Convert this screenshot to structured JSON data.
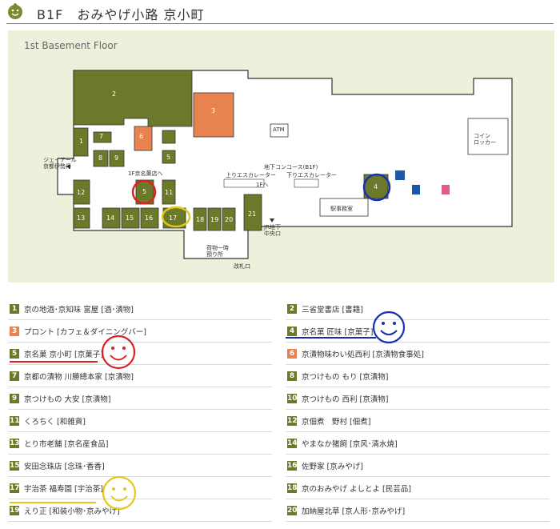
{
  "header": {
    "title": "B1F　おみやげ小路 京小町",
    "logo_color": "#7a8a2e"
  },
  "map": {
    "caption": "1st Basement Floor",
    "labels": {
      "jr_isetan": "ジェイアール\n京都伊勢丹",
      "concourse": "地下コンコース(B1F)",
      "up_escalator": "上りエスカレーター",
      "down_escalator": "下りエスカレーター",
      "to_1f": "1Fへ",
      "to_1f_meika": "1F京名菓店へ",
      "atm": "ATM",
      "coin_locker": "コイン\nロッカー",
      "station_office": "駅事務室",
      "jr_exit": "JR地下\n中央口",
      "luggage": "荷物一時\n預り所",
      "ticket_gate": "改札口"
    },
    "colors": {
      "shop": "#6b7a2a",
      "cafe": "#e8824e",
      "floor": "#ffffff",
      "background": "#eef0dc",
      "outline": "#333333"
    }
  },
  "legend": [
    {
      "left": {
        "num": "1",
        "text": "京の地酒･京知味 富屋 [酒･漬物]",
        "color": "#6b7a2a"
      },
      "right": {
        "num": "2",
        "text": "三省堂書店 [書籍]",
        "color": "#6b7a2a"
      }
    },
    {
      "left": {
        "num": "3",
        "text": "プロント [カフェ＆ダイニングバー]",
        "color": "#e8824e"
      },
      "right": {
        "num": "4",
        "text": "京名菓 匠味 [京菓子]",
        "color": "#6b7a2a"
      }
    },
    {
      "left": {
        "num": "5",
        "text": "京名菓 京小町 [京菓子]",
        "color": "#6b7a2a"
      },
      "right": {
        "num": "6",
        "text": "京漬物味わい処西利 [京漬物食事処]",
        "color": "#e8824e"
      }
    },
    {
      "left": {
        "num": "7",
        "text": "京都の漬物 川勝總本家 [京漬物]",
        "color": "#6b7a2a"
      },
      "right": {
        "num": "8",
        "text": "京つけもの もり [京漬物]",
        "color": "#6b7a2a"
      }
    },
    {
      "left": {
        "num": "9",
        "text": "京つけもの 大安 [京漬物]",
        "color": "#6b7a2a"
      },
      "right": {
        "num": "10",
        "text": "京つけもの 西利 [京漬物]",
        "color": "#6b7a2a"
      }
    },
    {
      "left": {
        "num": "11",
        "text": "くろちく [和雑貨]",
        "color": "#6b7a2a"
      },
      "right": {
        "num": "12",
        "text": "京佃煮　野村 [佃煮]",
        "color": "#6b7a2a"
      }
    },
    {
      "left": {
        "num": "13",
        "text": "とり市老舗 [京名産食品]",
        "color": "#6b7a2a"
      },
      "right": {
        "num": "14",
        "text": "やまなか猪飼 [京风･清水焼]",
        "color": "#6b7a2a"
      }
    },
    {
      "left": {
        "num": "15",
        "text": "安田念珠店 [念珠･香香]",
        "color": "#6b7a2a"
      },
      "right": {
        "num": "16",
        "text": "佐野家 [京みやげ]",
        "color": "#6b7a2a"
      }
    },
    {
      "left": {
        "num": "17",
        "text": "宇治茶 福寿園 [宇治茶]",
        "color": "#6b7a2a"
      },
      "right": {
        "num": "18",
        "text": "京のおみやげ よしとよ [民芸品]",
        "color": "#6b7a2a"
      }
    },
    {
      "left": {
        "num": "19",
        "text": "えり正 [和装小物･京みやげ]",
        "color": "#6b7a2a"
      },
      "right": {
        "num": "20",
        "text": "加納屋北草 [京人形･京みやげ]",
        "color": "#6b7a2a"
      }
    }
  ],
  "highlights": {
    "red": "#e02020",
    "blue": "#1a2fb0",
    "yellow": "#e6c619"
  }
}
